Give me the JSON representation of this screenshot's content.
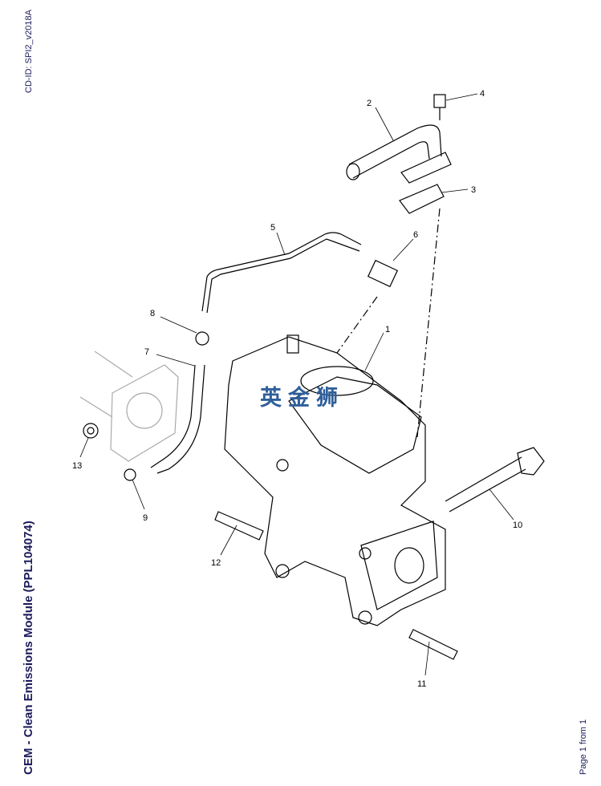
{
  "header": {
    "cd_id": "CD-ID: SPI2_v2018A"
  },
  "title": "CEM - Clean Emissions Module (PPL104074)",
  "footer": {
    "page": "Page 1 from 1"
  },
  "watermark": "英金狮",
  "callouts": [
    "1",
    "2",
    "3",
    "4",
    "5",
    "6",
    "7",
    "8",
    "9",
    "10",
    "11",
    "12",
    "13"
  ]
}
